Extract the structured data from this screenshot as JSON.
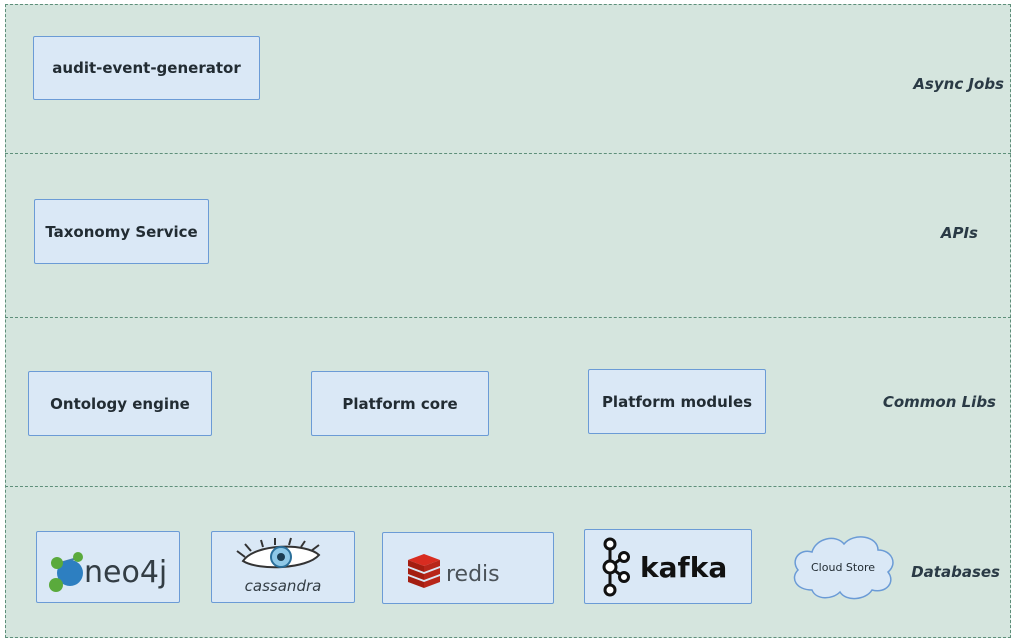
{
  "layers": {
    "async_jobs": {
      "label": "Async Jobs",
      "components": [
        "audit-event-generator"
      ]
    },
    "apis": {
      "label": "APIs",
      "components": [
        "Taxonomy Service"
      ]
    },
    "common_libs": {
      "label": "Common Libs",
      "components": [
        "Ontology engine",
        "Platform core",
        "Platform modules"
      ]
    },
    "databases": {
      "label": "Databases",
      "components": [
        "neo4j",
        "cassandra",
        "redis",
        "kafka",
        "Cloud Store"
      ]
    }
  },
  "colors": {
    "background": "#d5e5de",
    "box_fill": "#dae8f6",
    "box_border": "#6b9bd6",
    "divider": "#5e8f7a"
  }
}
